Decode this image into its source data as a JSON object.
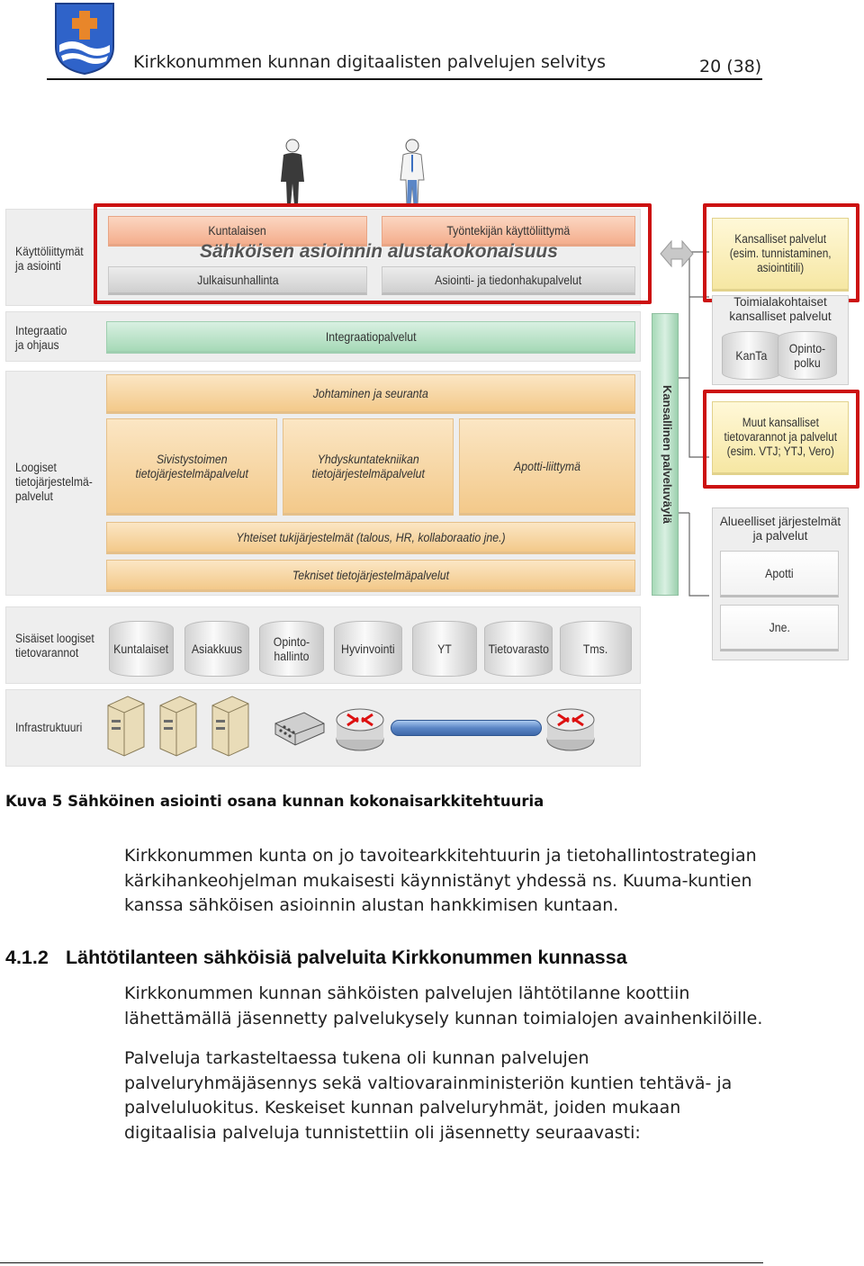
{
  "header": {
    "title": "Kirkkonummen kunnan digitaalisten palvelujen selvitys",
    "page": "20 (38)"
  },
  "diagram": {
    "layers": {
      "ui": "Käyttöliittymät\nja asiointi",
      "integration": "Integraatio\nja ohjaus",
      "logical": "Loogiset\ntietojärjestelmä-\npalvelut",
      "storage": "Sisäiset loogiset\ntietovarannot",
      "infra": "Infrastruktuuri"
    },
    "platform": {
      "citizen_ui": "Kuntalaisen",
      "employee_ui": "Työntekijän käyttöliittymä",
      "overlay_title": "Sähköisen asioinnin alustakokonaisuus",
      "publishing": "Julkaisunhallinta",
      "transactions": "Asiointi- ja tiedonhakupalvelut"
    },
    "integration_services": "Integraatiopalvelut",
    "management": "Johtaminen ja seuranta",
    "education_services": "Sivistystoimen\ntietojärjestelmäpalvelut",
    "community_services": "Yhdyskuntatekniikan\ntietojärjestelmäpalvelut",
    "apotti_interface": "Apotti-liittymä",
    "shared_support": "Yhteiset tukijärjestelmät (talous, HR, kollaboraatio jne.)",
    "technical_services": "Tekniset tietojärjestelmäpalvelut",
    "national_bus": "Kansallinen palveluväylä",
    "national_services": "Kansalliset palvelut\n(esim. tunnistaminen,\nasiointitili)",
    "sector_services": "Toimialakohtaiset\nkansalliset palvelut",
    "kanta": "KanTa",
    "opintopolku": "Opinto-\npolku",
    "other_national": "Muut kansalliset\ntietovarannot ja palvelut\n(esim. VTJ; YTJ, Vero)",
    "regional": "Alueelliset järjestelmät\nja palvelut",
    "apotti": "Apotti",
    "etc_regional": "Jne.",
    "stores": [
      "Kuntalaiset",
      "Asiakkuus",
      "Opinto-\nhallinto",
      "Hyvinvointi",
      "YT",
      "Tietovarasto",
      "Tms."
    ]
  },
  "caption": "Kuva 5 Sähköinen asiointi osana kunnan kokonaisarkkitehtuuria",
  "paragraph1": "Kirkkonummen kunta on jo tavoitearkkitehtuurin ja tietohallintostrategian kärkihankeohjelman mukaisesti käynnistänyt yhdessä ns. Kuuma-kuntien kanssa sähköisen asioinnin alustan hankkimisen kuntaan.",
  "section": {
    "number": "4.1.2",
    "title": "Lähtötilanteen sähköisiä palveluita Kirkkonummen kunnassa"
  },
  "paragraph2": "Kirkkonummen kunnan sähköisten palvelujen lähtötilanne koottiin lähettämällä jäsennetty palvelukysely kunnan toimialojen avainhenkilöille.",
  "paragraph3": "Palveluja tarkasteltaessa tukena oli kunnan palvelujen palveluryhmäjäsennys sekä valtiovarainministeriön kuntien tehtävä- ja palveluluokitus. Keskeiset kunnan palveluryhmät, joiden mukaan digitaalisia palveluja tunnistettiin oli jäsennetty seuraavasti:",
  "colors": {
    "accent_red": "#cc1111",
    "crest_blue": "#2f63c9",
    "crest_orange": "#e8862a"
  }
}
